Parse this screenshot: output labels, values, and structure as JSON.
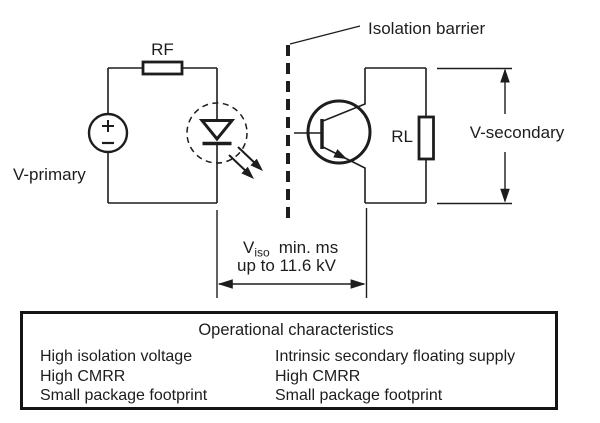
{
  "diagram": {
    "rf_label": "RF",
    "rl_label": "RL",
    "v_primary_label": "V-primary",
    "v_secondary_label": "V-secondary",
    "isolation_barrier_label": "Isolation barrier",
    "viso_v": "V",
    "viso_sub": "iso",
    "viso_main": "min. ms",
    "viso_line2": "up to 11.6 kV"
  },
  "characteristics_box": {
    "title": "Operational characteristics",
    "left_items": [
      "High isolation voltage",
      "High CMRR",
      "Small package footprint"
    ],
    "right_items": [
      "Intrinsic secondary floating supply",
      "High CMRR",
      "Small package footprint"
    ]
  },
  "colors": {
    "line": "#1d1d1d",
    "background": "#ffffff"
  }
}
